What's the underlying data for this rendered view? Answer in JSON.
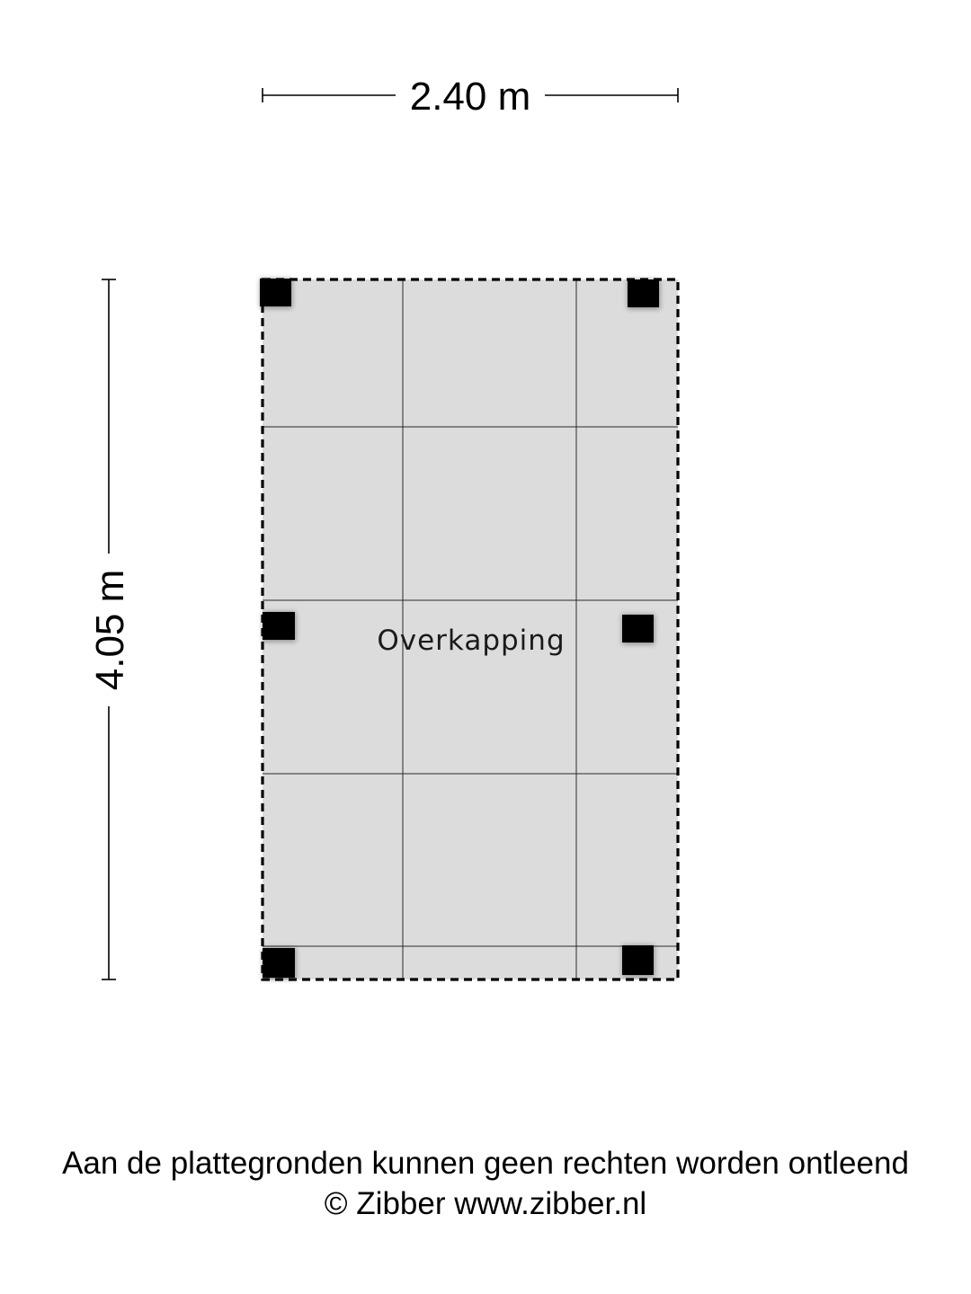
{
  "dimensions": {
    "width_label": "2.40 m",
    "depth_label": "4.05 m"
  },
  "room": {
    "name": "Overkapping",
    "fill_color": "#dcdcdc",
    "post_color": "#000000"
  },
  "footer": {
    "disclaimer": "Aan de plattegronden kunnen geen rechten worden ontleend",
    "copyright": "© Zibber www.zibber.nl"
  }
}
